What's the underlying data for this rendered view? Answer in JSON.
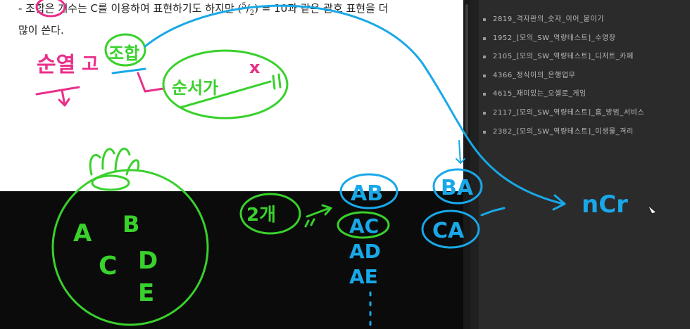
{
  "document": {
    "text_line1_prefix": "- 조합은 개수는 C를 이용하여 표현하기도 하지만",
    "binom_top": "5",
    "binom_bottom": "2",
    "text_line1_suffix": " = 10과 같은 괄호 표현을 더",
    "text_line2": "많이 쓴다."
  },
  "sidebar": {
    "items": [
      {
        "label": "2819_격자판의_숫자_이어_붙이기"
      },
      {
        "label": "1952_[모의_SW_역량테스트]_수영장"
      },
      {
        "label": "2105_[모의_SW_역량테스트]_디저트_카페"
      },
      {
        "label": "4366_정식이의_은행업무"
      },
      {
        "label": "4615_재미있는_오셀로_게임"
      },
      {
        "label": "2117_[모의_SW_역량테스트]_홈_방범_서비스"
      },
      {
        "label": "2382_[모의_SW_역량테스트]_미생물_격리"
      }
    ]
  },
  "annotations": {
    "pink_word": "순열",
    "pink_connector": "고",
    "green_word": "조합",
    "green_note": "순서가",
    "green_mark": "x",
    "count_note": "2개",
    "ball_letters": [
      "A",
      "B",
      "C",
      "D",
      "E"
    ],
    "pairs_left": [
      "AB",
      "AC",
      "AD",
      "AE"
    ],
    "pairs_right": [
      "BA",
      "CA"
    ],
    "formula": "nCr"
  },
  "colors": {
    "pink": "#ea2f8a",
    "green": "#39d12c",
    "blue": "#18a8e8",
    "panel_bg": "#2b2b2b",
    "panel_text": "#b9b9b9"
  }
}
